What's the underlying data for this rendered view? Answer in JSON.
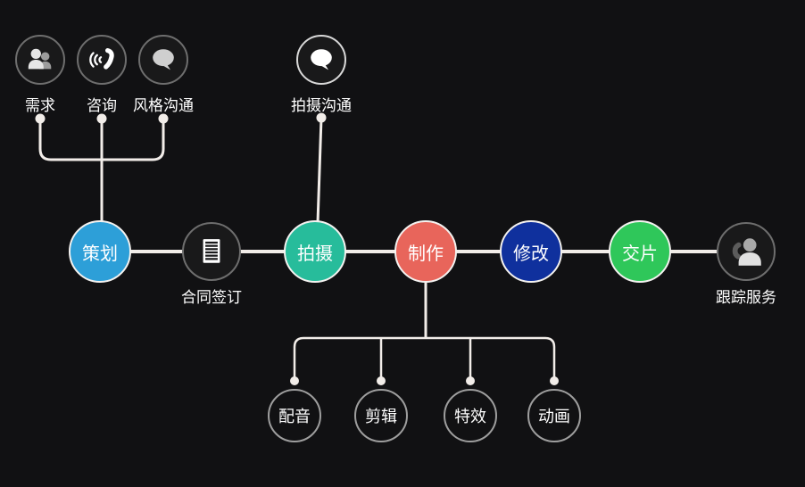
{
  "colors": {
    "bg": "#111113",
    "line": "#f2ede9",
    "text": "#ffffff",
    "dark-fill": "#19191a",
    "dark-border": "#6e6e6e",
    "bright-border": "#d8d8d8",
    "outline-border": "#9e9e9e"
  },
  "top_nodes": [
    {
      "label": "需求",
      "icon": "people-icon"
    },
    {
      "label": "咨询",
      "icon": "phone-waves-icon"
    },
    {
      "label": "风格沟通",
      "icon": "speech-bubble-icon"
    },
    {
      "label": "拍摄沟通",
      "icon": "speech-bubble-icon"
    }
  ],
  "main_nodes": [
    {
      "label": "策划",
      "type": "filled",
      "color": "#2d9fd8"
    },
    {
      "label": "合同签订",
      "type": "icon",
      "icon": "document-icon"
    },
    {
      "label": "拍摄",
      "type": "filled",
      "color": "#27bc9b"
    },
    {
      "label": "制作",
      "type": "filled",
      "color": "#e8655b"
    },
    {
      "label": "修改",
      "type": "filled",
      "color": "#0f309d"
    },
    {
      "label": "交片",
      "type": "filled",
      "color": "#2fc75a"
    },
    {
      "label": "跟踪服务",
      "type": "icon",
      "icon": "support-person-icon"
    }
  ],
  "sub_nodes": [
    {
      "label": "配音"
    },
    {
      "label": "剪辑"
    },
    {
      "label": "特效"
    },
    {
      "label": "动画"
    }
  ]
}
